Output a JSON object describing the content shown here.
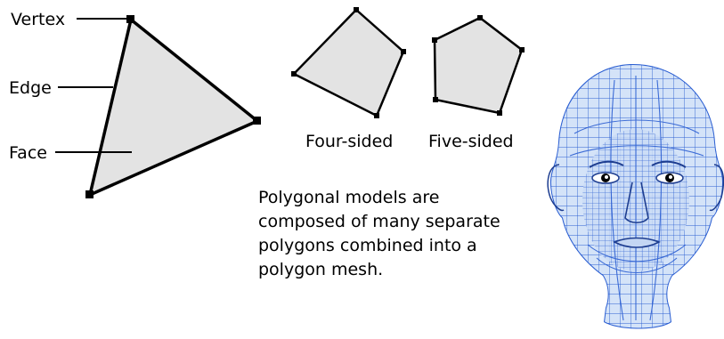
{
  "labels": {
    "vertex": "Vertex",
    "edge": "Edge",
    "face": "Face"
  },
  "shapes": {
    "four_sided": "Four-sided",
    "five_sided": "Five-sided"
  },
  "description": [
    "Polygonal models are",
    "composed of many separate",
    "polygons combined into a",
    "polygon mesh."
  ],
  "colors": {
    "face_fill": "#e3e3e3",
    "outline": "#000000",
    "mesh_fill": "#d4e3f8",
    "mesh_line": "#2c5fd2"
  },
  "head_mesh": {
    "icon": "head-wireframe-icon"
  }
}
